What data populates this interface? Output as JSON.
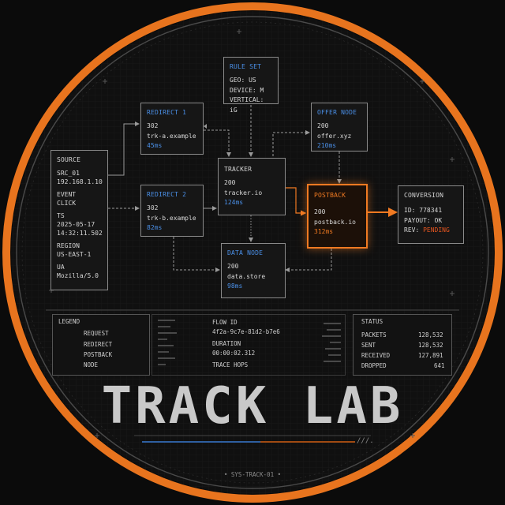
{
  "nodes": {
    "rule_set": {
      "title": "RULE SET",
      "lines": [
        "GEO: US",
        "DEVICE: M",
        "VERTICAL: iG"
      ]
    },
    "redirect1": {
      "title": "REDIRECT 1",
      "code": "302",
      "host": "trk-a.example",
      "latency": "45ms"
    },
    "offer_node": {
      "title": "OFFER NODE",
      "code": "200",
      "host": "offer.xyz",
      "latency": "210ms"
    },
    "source": {
      "title": "SOURCE",
      "lines": [
        "SRC_01",
        "192.168.1.10",
        "EVENT",
        "CLICK",
        "TS",
        "2025-05-17",
        "14:32:11.502",
        "REGION",
        "US-EAST-1",
        "UA",
        "Mozilla/5.0"
      ]
    },
    "tracker": {
      "title": "TRACKER",
      "code": "200",
      "host": "tracker.io",
      "latency": "124ms"
    },
    "redirect2": {
      "title": "REDIRECT 2",
      "code": "302",
      "host": "trk-b.example",
      "latency": "82ms"
    },
    "postback": {
      "title": "POSTBACK",
      "code": "200",
      "host": "postback.io",
      "latency": "312ms"
    },
    "conversion": {
      "title": "CONVERSION",
      "id": "ID: 778341",
      "payout": "PAYOUT: OK",
      "rev_label": "REV:",
      "rev_value": "PENDING"
    },
    "data_node": {
      "title": "DATA NODE",
      "code": "200",
      "host": "data.store",
      "latency": "98ms"
    }
  },
  "legend": {
    "title": "LEGEND",
    "items": [
      "REQUEST",
      "REDIRECT",
      "POSTBACK",
      "NODE"
    ]
  },
  "flow": {
    "id_label": "FLOW ID",
    "id_value": "4f2a-9c7e-81d2-b7e6",
    "duration_label": "DURATION",
    "duration_value": "00:00:02.312",
    "hops_label": "TRACE HOPS"
  },
  "status": {
    "title": "STATUS",
    "rows": [
      {
        "label": "PACKETS",
        "value": "128,532"
      },
      {
        "label": "SENT",
        "value": "128,532"
      },
      {
        "label": "RECEIVED",
        "value": "127,891"
      },
      {
        "label": "DROPPED",
        "value": "641"
      }
    ]
  },
  "brand": {
    "title": "TRACK LAB",
    "code": "SYS-TRACK-01",
    "mark": "///."
  },
  "colors": {
    "ring": "#e8741e",
    "accent_blue": "#4a8fe7",
    "accent_orange": "#f07a22",
    "background": "#0b0b0b"
  }
}
